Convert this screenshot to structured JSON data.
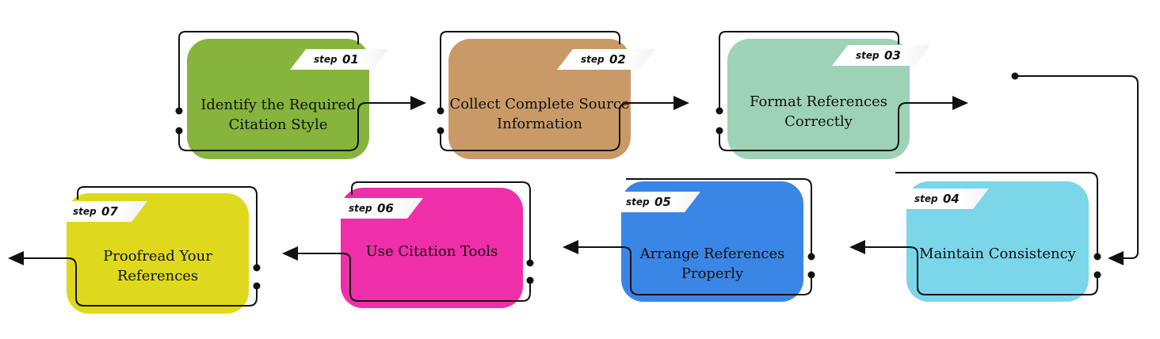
{
  "steps": [
    {
      "word": "step",
      "num": "01",
      "lines": [
        "Identify the Required",
        "Citation Style"
      ],
      "color": "#86b43c"
    },
    {
      "word": "step",
      "num": "02",
      "lines": [
        "Collect Complete Source",
        "Information"
      ],
      "color": "#c99a68"
    },
    {
      "word": "step",
      "num": "03",
      "lines": [
        "Format References",
        "Correctly"
      ],
      "color": "#9dd2b6"
    },
    {
      "word": "step",
      "num": "04",
      "lines": [
        "Maintain Consistency"
      ],
      "color": "#7ad6e8"
    },
    {
      "word": "step",
      "num": "05",
      "lines": [
        "Arrange References",
        "Properly"
      ],
      "color": "#3a86e6"
    },
    {
      "word": "step",
      "num": "06",
      "lines": [
        "Use Citation Tools"
      ],
      "color": "#ef2ea9"
    },
    {
      "word": "step",
      "num": "07",
      "lines": [
        "Proofread Your",
        "References"
      ],
      "color": "#dfd91e"
    }
  ]
}
